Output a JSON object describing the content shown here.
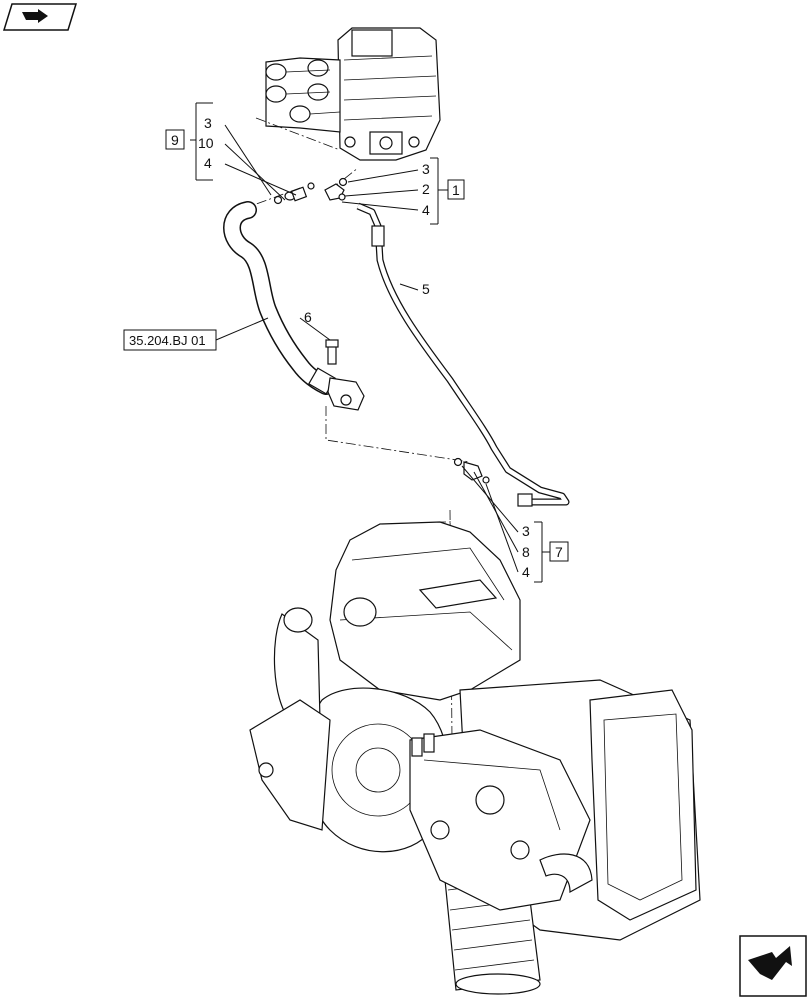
{
  "callouts": {
    "c3a": "3",
    "c10": "10",
    "c4a": "4",
    "c9": "9",
    "c3b": "3",
    "c2": "2",
    "c4b": "4",
    "c1": "1",
    "c5": "5",
    "c6": "6",
    "c3c": "3",
    "c8": "8",
    "c4c": "4",
    "c7": "7"
  },
  "reference": "35.204.BJ 01",
  "icons": {
    "top_left": "back-arrow-icon",
    "bottom_right": "next-page-icon"
  }
}
